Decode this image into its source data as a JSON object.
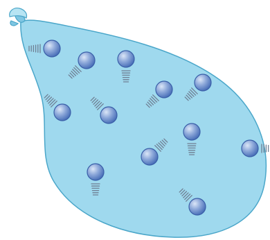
{
  "colors": {
    "balloon_fill": "#9fd9ee",
    "balloon_stroke": "#4aa6c9",
    "knot_fill": "#7fc6e2",
    "particle_light": "#c9d9f2",
    "particle_dark": "#3f67b3",
    "particle_stroke": "#3a5fa8",
    "motion_lines": "#6f7f93"
  },
  "particles": [
    {
      "name": "gas-particle-1",
      "trail": "left"
    },
    {
      "name": "gas-particle-2",
      "trail": "lower-left"
    },
    {
      "name": "gas-particle-3",
      "trail": "below"
    },
    {
      "name": "gas-particle-4",
      "trail": "upper-left"
    },
    {
      "name": "gas-particle-5",
      "trail": "lower-left"
    },
    {
      "name": "gas-particle-6",
      "trail": "upper-left"
    },
    {
      "name": "gas-particle-7",
      "trail": "below"
    },
    {
      "name": "gas-particle-8",
      "trail": "below"
    },
    {
      "name": "gas-particle-9",
      "trail": "upper-right"
    },
    {
      "name": "gas-particle-10",
      "trail": "right"
    },
    {
      "name": "gas-particle-11",
      "trail": "lower-left"
    },
    {
      "name": "gas-particle-12",
      "trail": "upper-left"
    }
  ]
}
